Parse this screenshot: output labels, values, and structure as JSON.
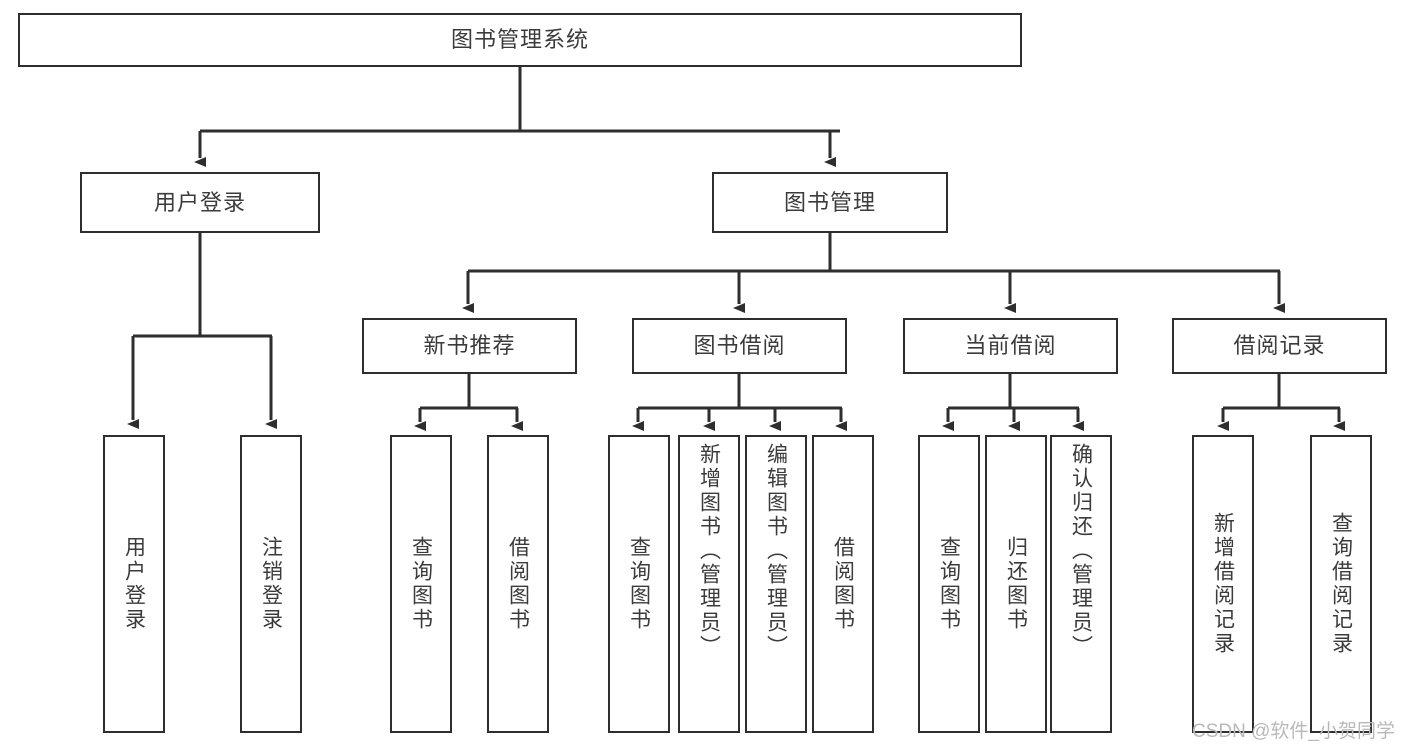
{
  "diagram": {
    "title": "图书管理系统",
    "watermark": "CSDN @软件_小贺同学",
    "colors": {
      "box_border": "#2e2e2e",
      "box_fill": "#ffffff",
      "text": "#3b3b3b",
      "connector": "#2e2e2e",
      "watermark": "#b9b9b9"
    },
    "level1": {
      "label": "图书管理系统"
    },
    "level2": [
      {
        "label": "用户登录"
      },
      {
        "label": "图书管理"
      }
    ],
    "level3": [
      {
        "label": "新书推荐"
      },
      {
        "label": "图书借阅"
      },
      {
        "label": "当前借阅"
      },
      {
        "label": "借阅记录"
      }
    ],
    "leaves": [
      {
        "label": "用户登录",
        "parent": "用户登录"
      },
      {
        "label": "注销登录",
        "parent": "用户登录"
      },
      {
        "label": "查询图书",
        "parent": "新书推荐"
      },
      {
        "label": "借阅图书",
        "parent": "新书推荐"
      },
      {
        "label": "查询图书",
        "parent": "图书借阅"
      },
      {
        "label": "新增图书（管理员）",
        "parent": "图书借阅"
      },
      {
        "label": "编辑图书（管理员）",
        "parent": "图书借阅"
      },
      {
        "label": "借阅图书",
        "parent": "图书借阅"
      },
      {
        "label": "查询图书",
        "parent": "当前借阅"
      },
      {
        "label": "归还图书",
        "parent": "当前借阅"
      },
      {
        "label": "确认归还（管理员）",
        "parent": "当前借阅"
      },
      {
        "label": "新增借阅记录",
        "parent": "借阅记录"
      },
      {
        "label": "查询借阅记录",
        "parent": "借阅记录"
      }
    ]
  }
}
